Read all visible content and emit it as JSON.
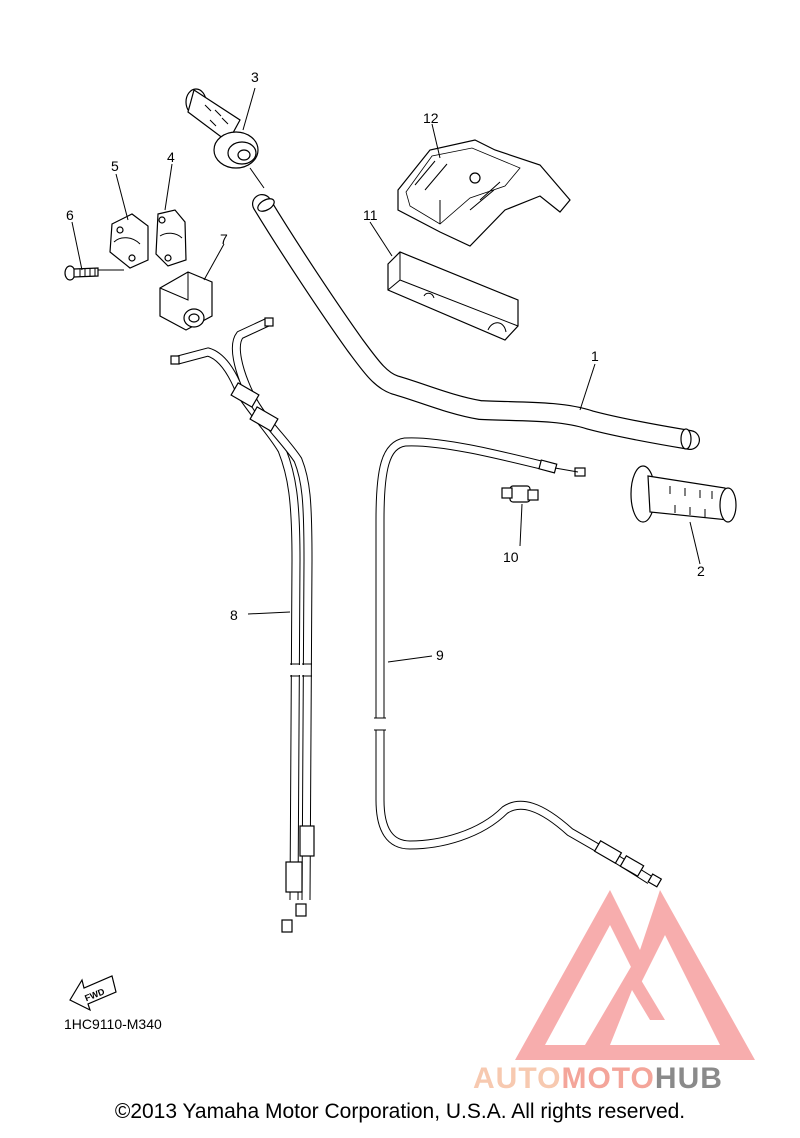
{
  "callouts": [
    "1",
    "2",
    "3",
    "4",
    "5",
    "6",
    "7",
    "8",
    "9",
    "10",
    "11",
    "12"
  ],
  "diagram_code": "1HC9110-M340",
  "fwd_label": "FWD",
  "watermark": {
    "part_a": "AUTO",
    "part_b": "MOTO",
    "part_c": "HUB",
    "colors": {
      "light": "#f7c9b0",
      "mid": "#f4a59a",
      "dark": "#8a8a8a",
      "logo": "#f26b6b"
    }
  },
  "copyright": "©2013 Yamaha Motor Corporation, U.S.A. All rights reserved."
}
